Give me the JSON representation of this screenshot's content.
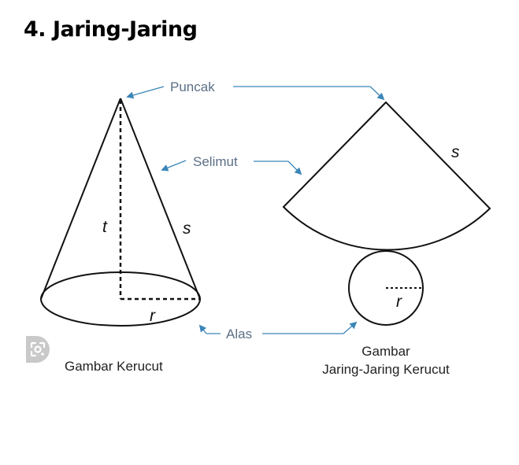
{
  "title": "4. Jaring-Jaring",
  "labels": {
    "puncak": "Puncak",
    "selimut": "Selimut",
    "alas": "Alas",
    "t": "t",
    "s_cone": "s",
    "r_cone": "r",
    "s_net": "s",
    "r_net": "r"
  },
  "captions": {
    "cone": "Gambar Kerucut",
    "net_line1": "Gambar",
    "net_line2": "Jaring-Jaring Kerucut"
  },
  "colors": {
    "callout": "#5b6f86",
    "outline": "#111111"
  },
  "icons": {
    "lens": "google-lens-icon"
  }
}
